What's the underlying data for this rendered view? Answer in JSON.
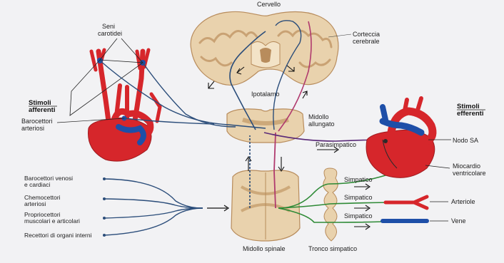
{
  "labels": {
    "cervello": "Cervello",
    "seni_carotidei_1": "Seni",
    "seni_carotidei_2": "carotidei",
    "corteccia_1": "Corteccia",
    "corteccia_2": "cerebrale",
    "ipotalamo": "Ipotalamo",
    "stimoli_afferenti_1": "Stimoli",
    "stimoli_afferenti_2": "afferenti",
    "stimoli_efferenti_1": "Stimoli",
    "stimoli_efferenti_2": "efferenti",
    "barocettori_arteriosi_1": "Barocettori",
    "barocettori_arteriosi_2": "arteriosi",
    "midollo_allungato_1": "Midollo",
    "midollo_allungato_2": "allungato",
    "parasimpatico": "Parasimpatico",
    "nodo_sa": "Nodo SA",
    "barocettori_venosi_1": "Barocettori venosi",
    "barocettori_venosi_2": "e cardiaci",
    "chemocettori_1": "Chemocettori",
    "chemocettori_2": "arteriosi",
    "propriocettori_1": "Propriocettori",
    "propriocettori_2": "muscolari e articolari",
    "recettori_organi": "Recettori di organi interni",
    "simpatico_1": "Simpatico",
    "simpatico_2": "Simpatico",
    "simpatico_3": "Simpatico",
    "miocardio_1": "Miocardio",
    "miocardio_2": "ventricolare",
    "arteriole": "Arteriole",
    "vene": "Vene",
    "midollo_spinale": "Midollo spinale",
    "tronco_simpatico": "Tronco simpatico"
  },
  "colors": {
    "artery_red": "#d6262b",
    "vein_blue": "#1e4fa8",
    "afferent_nerve": "#2b4d7a",
    "parasympathetic_nerve": "#5a2a78",
    "sympathetic_nerve": "#2e8a36",
    "descending_pink": "#b03a6e",
    "neural_tissue": "#e9d2ad",
    "neural_tissue_dark": "#cda97a",
    "background": "#f2f2f4"
  }
}
